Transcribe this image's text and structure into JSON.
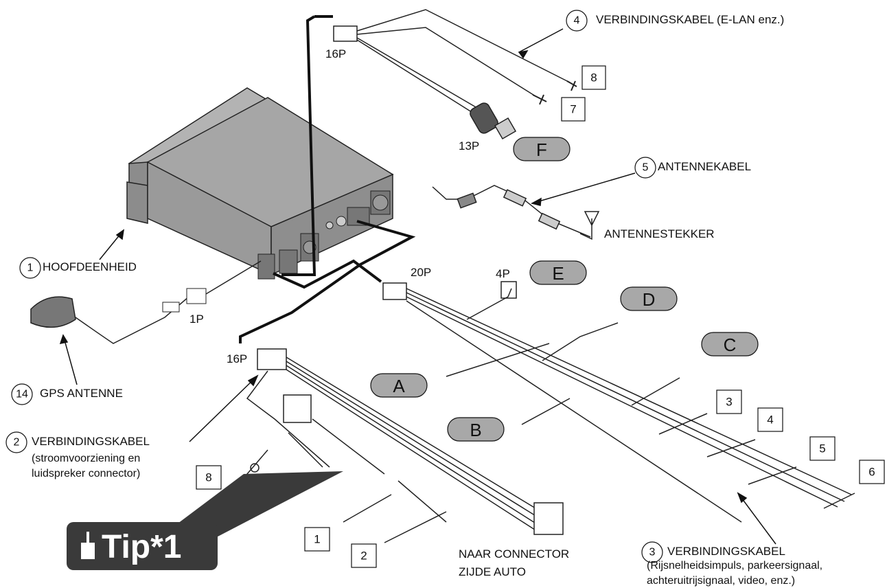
{
  "labels": {
    "cable4": "VERBINDINGSKABEL (E-LAN enz.)",
    "cable5": "ANTENNEKABEL",
    "antenna_plug": "ANTENNESTEKKER",
    "main_unit": "HOOFDEENHEID",
    "gps": "GPS ANTENNE",
    "cable2_title": "VERBINDINGSKABEL",
    "cable2_sub1": "(stroomvoorziening en",
    "cable2_sub2": "luidspreker connector)",
    "car_connector1": "NAAR CONNECTOR",
    "car_connector2": "ZIJDE AUTO",
    "cable3_title": "VERBINDINGSKABEL",
    "cable3_sub1": "(Rijsnelheidsimpuls, parkeersignaal,",
    "cable3_sub2": "achteruitrijsignaal, video, enz.)",
    "p16_top": "16P",
    "p13": "13P",
    "p20": "20P",
    "p4": "4P",
    "p1": "1P",
    "p16_left": "16P",
    "tip": "Tip*1"
  },
  "circled_numbers": {
    "main_unit": "1",
    "cable2": "2",
    "cable3": "3",
    "cable4": "4",
    "cable5": "5",
    "gps": "14"
  },
  "boxed_numbers": {
    "b8_top": "8",
    "b7": "7",
    "b3": "3",
    "b4": "4",
    "b5": "5",
    "b6": "6",
    "b8_left": "8",
    "b1": "1",
    "b2": "2"
  },
  "pills": {
    "F": "F",
    "E": "E",
    "D": "D",
    "C": "C",
    "A": "A",
    "B": "B"
  },
  "colors": {
    "pill_fill": "#a8a8a8",
    "unit_fill": "#9a9a9a",
    "tip_bg": "#3a3a3a"
  }
}
